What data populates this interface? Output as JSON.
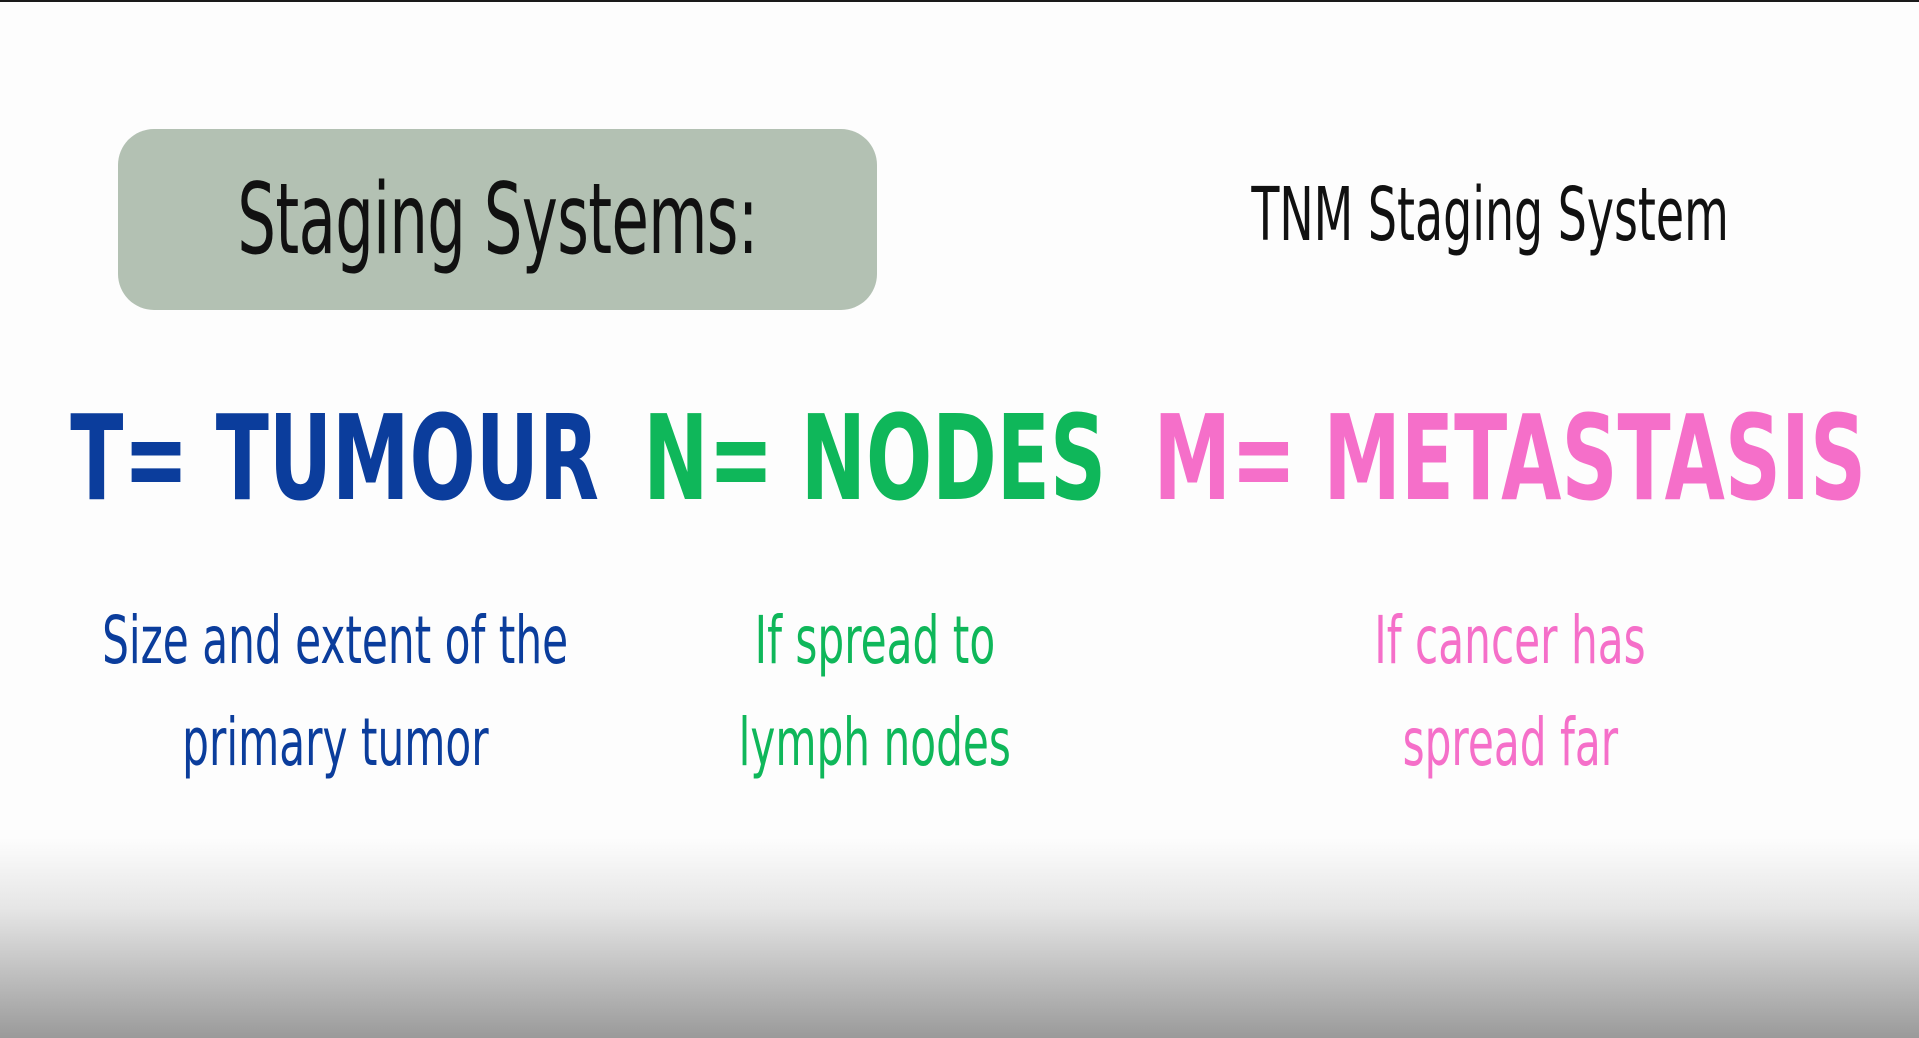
{
  "colors": {
    "title_box_bg": "#b3c1b3",
    "tumour": "#0b3d9c",
    "nodes": "#0fb75a",
    "metastasis": "#f56fc9",
    "text_dark": "#111111"
  },
  "title": "Staging Systems:",
  "subtitle": "TNM Staging System",
  "columns": [
    {
      "heading": "T= TUMOUR",
      "description": [
        "Size and extent of the",
        "primary tumor"
      ]
    },
    {
      "heading": "N= NODES",
      "description": [
        "If spread to",
        "lymph nodes"
      ]
    },
    {
      "heading": "M= METASTASIS",
      "description": [
        "If cancer has",
        "spread far"
      ]
    }
  ]
}
